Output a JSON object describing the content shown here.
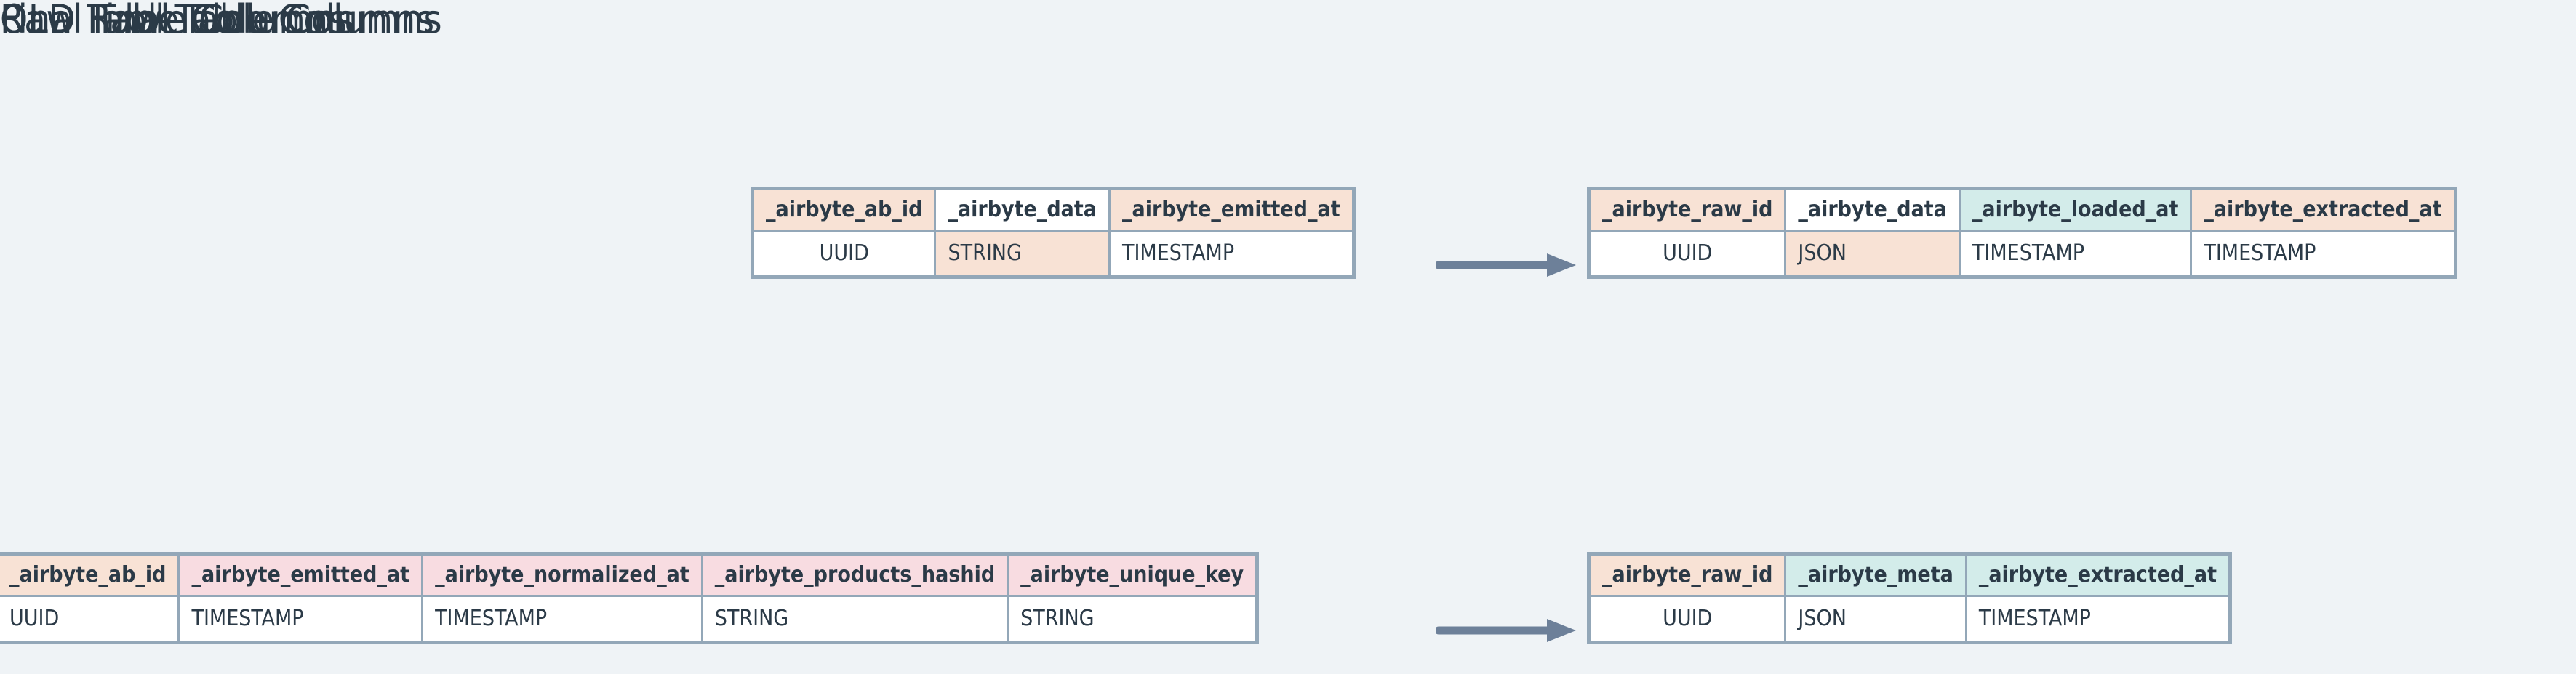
{
  "page": {
    "background_color": "#eff3f6",
    "text_color": "#2b3a47",
    "border_color": "#93a7b8",
    "accent_peach": "#f8e2d5",
    "accent_mint": "#d3ecea",
    "accent_pink": "#f8dce1"
  },
  "sections": {
    "old_raw_title": "OLD Raw Table Columns",
    "new_raw_title": "Raw Table Columns",
    "old_final_title": "OLD Final Table Columns",
    "new_final_title": "Final Table Columns"
  },
  "tables": {
    "old_raw": {
      "headers": [
        "_airbyte_ab_id",
        "_airbyte_data",
        "_airbyte_emitted_at"
      ],
      "types": [
        "UUID",
        "STRING",
        "TIMESTAMP"
      ],
      "header_fills": [
        "peach",
        "white",
        "peach"
      ],
      "type_fills": [
        "white",
        "peach",
        "white"
      ]
    },
    "new_raw": {
      "headers": [
        "_airbyte_raw_id",
        "_airbyte_data",
        "_airbyte_loaded_at",
        "_airbyte_extracted_at"
      ],
      "types": [
        "UUID",
        "JSON",
        "TIMESTAMP",
        "TIMESTAMP"
      ],
      "header_fills": [
        "peach",
        "white",
        "mint",
        "peach"
      ],
      "type_fills": [
        "white",
        "peach",
        "white",
        "white"
      ]
    },
    "old_final": {
      "headers": [
        "_airbyte_ab_id",
        "_airbyte_emitted_at",
        "_airbyte_normalized_at",
        "_airbyte_products_hashid",
        "_airbyte_unique_key"
      ],
      "types": [
        "UUID",
        "TIMESTAMP",
        "TIMESTAMP",
        "STRING",
        "STRING"
      ],
      "header_fills": [
        "peach",
        "pink",
        "pink",
        "pink",
        "pink"
      ],
      "type_fills": [
        "white",
        "white",
        "white",
        "white",
        "white"
      ]
    },
    "new_final": {
      "headers": [
        "_airbyte_raw_id",
        "_airbyte_meta",
        "_airbyte_extracted_at"
      ],
      "types": [
        "UUID",
        "JSON",
        "TIMESTAMP"
      ],
      "header_fills": [
        "peach",
        "mint",
        "mint"
      ],
      "type_fills": [
        "white",
        "white",
        "white"
      ]
    }
  },
  "arrows": {
    "raw_arrow_label": "maps-to",
    "final_arrow_label": "maps-to",
    "color": "#6d8099"
  }
}
